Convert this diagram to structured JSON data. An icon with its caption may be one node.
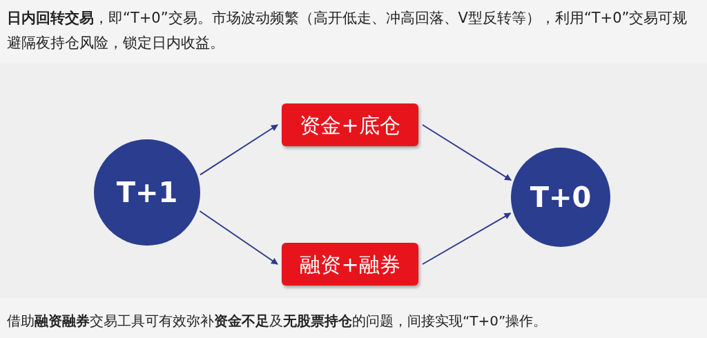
{
  "diagram": {
    "nodes": [
      {
        "text": [
          "T+1"
        ]
      },
      {
        "text": [
          "资金+底仓"
        ]
      },
      {
        "text": [
          "融资+融券"
        ]
      },
      {
        "text": [
          "T+0"
        ]
      }
    ],
    "edges": [
      {
        "from": 0,
        "to": 1,
        "arrow": "to"
      },
      {
        "from": 1,
        "to": 3,
        "arrow": "to"
      },
      {
        "from": 0,
        "to": 2,
        "arrow": "to"
      },
      {
        "from": 2,
        "to": 3,
        "arrow": "to"
      }
    ],
    "labels": [
      "**日内回转交易**，即“T+0”交易。市场波动频繁（高开低走、冲高回落、V型反转等），利用“T+0”交易可规避隔夜持仓风险，锁定日内收益。",
      "借助**融资融券**交易工具可有效弥补**资金不足**及**无股票持仓**的问题，间接实现“T+0”操作。"
    ]
  }
}
